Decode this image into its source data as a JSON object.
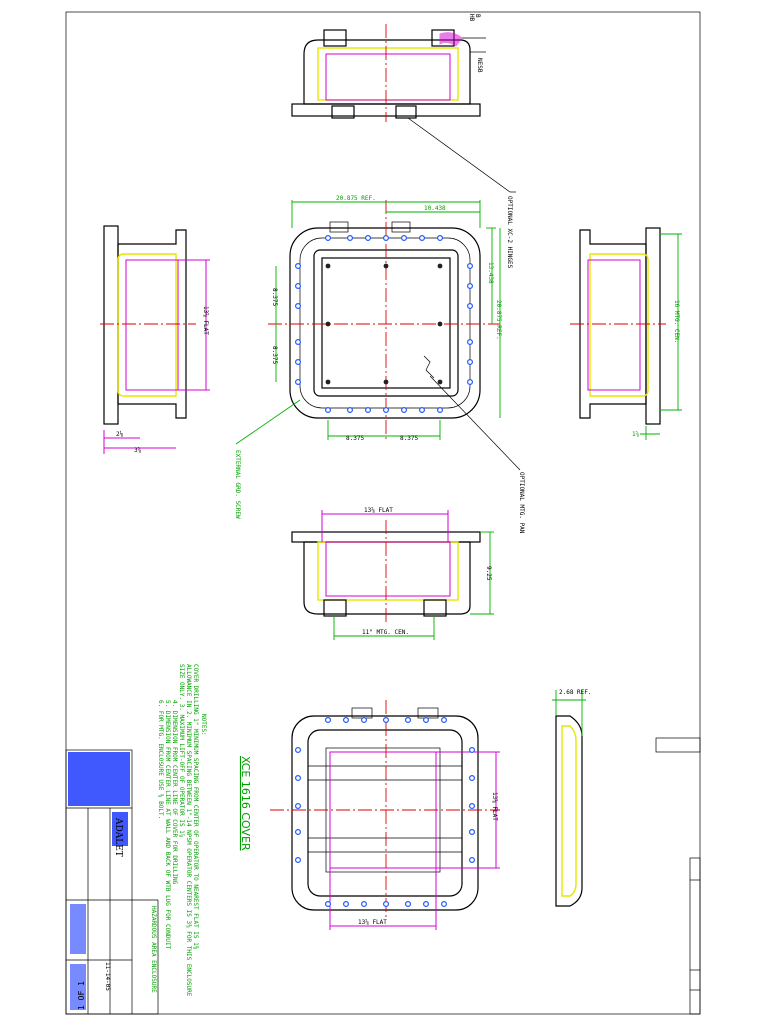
{
  "title": "XCE 1616 COVER",
  "dimensions": {
    "overall_ref": "20.875 REF.",
    "half_ref": "10.438",
    "side_upper": "13.438",
    "side_ref": "20.875 REF.",
    "left_upper": "8.375",
    "left_lower": "8.375",
    "bottom_left": "8.375",
    "bottom_right": "8.375",
    "left_flat": "13⅝ FLAT",
    "left_small_1": "2⅛",
    "left_small_2": "3⅝",
    "right_mtg": "16 MTG. CEN.",
    "right_small": "1⅝",
    "front_flat": "13⅝ FLAT",
    "front_height": "9.25",
    "front_mtg": "11\" MTG. CEN.",
    "cover_flat_side": "13⅝ FLAT",
    "cover_flat_bottom": "13⅝ FLAT",
    "cover_depth": "2.68 REF."
  },
  "callouts": {
    "hinges": "OPTIONAL XC-2 HINGES",
    "mtg_pan": "OPTIONAL MTG. PAN",
    "ground_screw": "EXTERNAL GRD. SCREW",
    "nesb": "NESB",
    "b": "B",
    "hb": "HB"
  },
  "notes": {
    "heading": "NOTES:",
    "lines": [
      "COVER DRILLING 1\" MINIMUM SPACING FROM CENTER OF OPERATOR TO NEAREST FLAT IS 1⅜",
      "ALLOWANCE IN 2. MINIMUM SPACING BETWEEN 1\"-14 NPSM OPERATOR CENTERS IS 3⅜ FOR THIS ENCLOSURE",
      "SIZE ONLY. 3. MAXIMUM LIFT-OFF OF OPERATOR IS 1⅞",
      "4. DIMENSION FROM CENTER LINE OF COVER FOR DRILLING",
      "5. DIMENSION FROM CENTER LINE AT WALL AND BACK OF WTB LUG FOR CONDUIT",
      "6. FOR MTG. ENCLOSURE USE ⅜ BOLT."
    ]
  },
  "title_block": {
    "company": "ADALET",
    "description": "HAZARDOUS AREA ENCLOSURE",
    "sheet": "1 OF 1",
    "date": "11-14-05"
  },
  "colors": {
    "outline": "#000000",
    "gasket": "#e6e600",
    "flat": "#d400d4",
    "dimension": "#00b000",
    "centerline": "#e00000",
    "bolt": "#1e5cff"
  }
}
